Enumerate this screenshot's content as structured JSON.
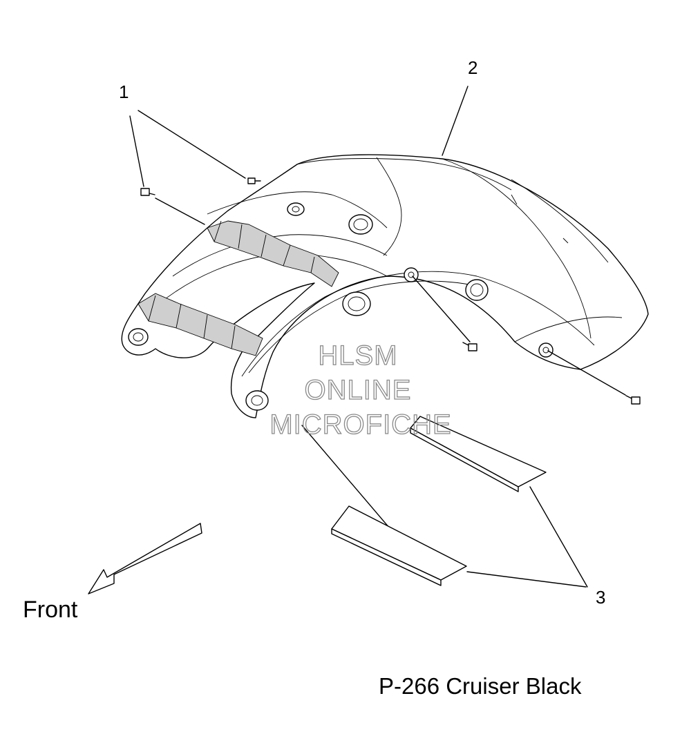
{
  "callouts": {
    "item1": "1",
    "item2": "2",
    "item3": "3"
  },
  "direction_label": "Front",
  "caption": "P-266  Cruiser Black",
  "watermark": {
    "line1": "HLSM",
    "line2": "ONLINE",
    "line3": "MICROFICHE"
  }
}
